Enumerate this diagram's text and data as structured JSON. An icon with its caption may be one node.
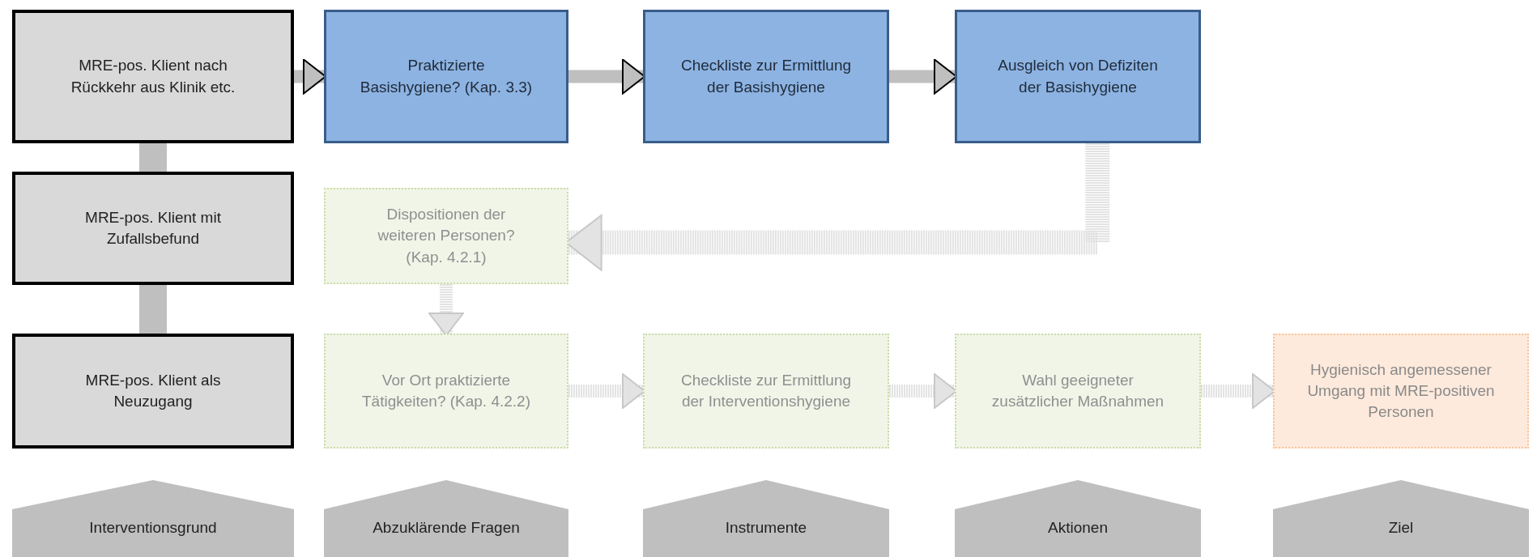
{
  "diagram": {
    "nodes": [
      {
        "text": [
          "MRE-pos. Klient nach Rückkehr aus Klinik etc."
        ]
      },
      {
        "text": [
          "MRE-pos. Klient mit Zufallsbefund"
        ]
      },
      {
        "text": [
          "MRE-pos. Klient als Neuzugang"
        ]
      },
      {
        "text": [
          "Praktizierte Basishygiene? (Kap. 3.3)"
        ]
      },
      {
        "text": [
          "Checkliste zur Ermittlung der Basishygiene"
        ]
      },
      {
        "text": [
          "Ausgleich von Defiziten der Basishygiene"
        ]
      },
      {
        "text": [
          "Dispositionen der weiteren Personen? (Kap. 4.2.1)"
        ]
      },
      {
        "text": [
          "Vor Ort praktizierte Tätigkeiten? (Kap. 4.2.2)"
        ]
      },
      {
        "text": [
          "Checkliste zur Ermittlung der Interventionshygiene"
        ]
      },
      {
        "text": [
          "Wahl geeigneter zusätzlicher Maßnahmen"
        ]
      },
      {
        "text": [
          "Hygienisch angemessener Umgang mit MRE-positiven Personen"
        ]
      },
      {
        "text": [
          "Interventionsgrund"
        ]
      },
      {
        "text": [
          "Abzuklärende Fragen"
        ]
      },
      {
        "text": [
          "Instrumente"
        ]
      },
      {
        "text": [
          "Aktionen"
        ]
      },
      {
        "text": [
          "Ziel"
        ]
      }
    ],
    "edges": [
      {
        "from": 0,
        "to": 1,
        "arrow": "none",
        "style": "thick"
      },
      {
        "from": 1,
        "to": 2,
        "arrow": "none",
        "style": "thick"
      },
      {
        "from": 0,
        "to": 3,
        "arrow": "to"
      },
      {
        "from": 3,
        "to": 4,
        "arrow": "to"
      },
      {
        "from": 4,
        "to": 5,
        "arrow": "to"
      },
      {
        "from": 5,
        "to": 6,
        "arrow": "to",
        "style": "dashed",
        "color": "#e3e3e3"
      },
      {
        "from": 6,
        "to": 7,
        "arrow": "to",
        "style": "dashed",
        "color": "#e3e3e3"
      },
      {
        "from": 7,
        "to": 8,
        "arrow": "to",
        "style": "dashed",
        "color": "#e3e3e3"
      },
      {
        "from": 8,
        "to": 9,
        "arrow": "to",
        "style": "dashed",
        "color": "#e3e3e3"
      },
      {
        "from": 9,
        "to": 10,
        "arrow": "to",
        "style": "dashed",
        "color": "#e3e3e3"
      }
    ]
  }
}
